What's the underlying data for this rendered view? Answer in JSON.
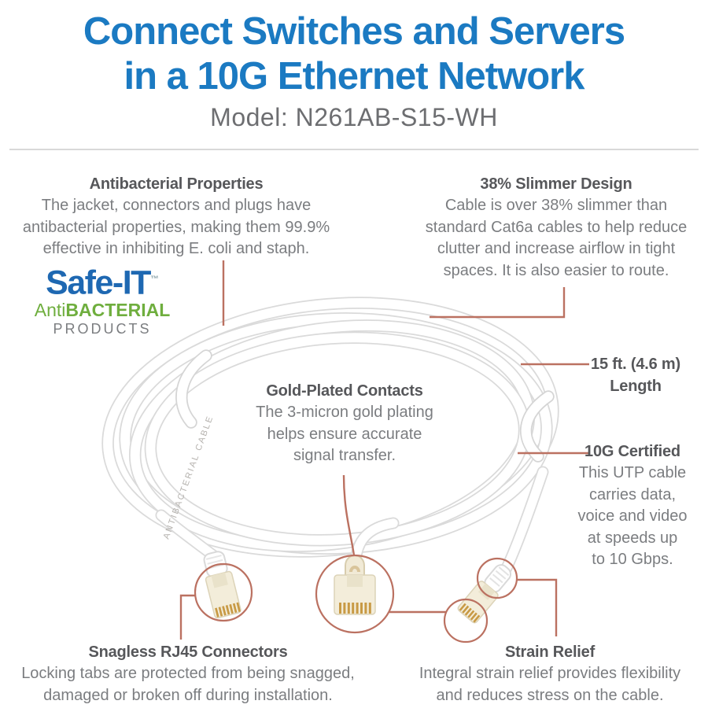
{
  "header": {
    "title_line1": "Connect Switches and Servers",
    "title_line2": "in a 10G Ethernet Network",
    "model": "Model: N261AB-S15-WH"
  },
  "logo": {
    "brand": "Safe-IT",
    "tm": "™",
    "sub_light": "Anti",
    "sub_bold": "BACTERIAL",
    "tagline": "PRODUCTS"
  },
  "callouts": {
    "antibacterial": {
      "title": "Antibacterial Properties",
      "body": [
        "The jacket, connectors and plugs have",
        "antibacterial properties, making them 99.9%",
        "effective in inhibiting E. coli and staph."
      ]
    },
    "slimmer": {
      "title": "38% Slimmer Design",
      "body": [
        "Cable is over 38% slimmer than",
        "standard Cat6a cables to help reduce",
        "clutter and increase airflow in tight",
        "spaces. It is also easier to route."
      ]
    },
    "gold_contacts": {
      "title": "Gold-Plated Contacts",
      "body": [
        "The 3-micron gold plating",
        "helps ensure accurate",
        "signal transfer."
      ]
    },
    "length": {
      "title": [
        "15 ft. (4.6 m)",
        "Length"
      ]
    },
    "certified": {
      "title": "10G Certified",
      "body": [
        "This UTP cable",
        "carries data,",
        "voice and video",
        "at speeds up",
        "to 10 Gbps."
      ]
    },
    "snagless": {
      "title": "Snagless RJ45 Connectors",
      "body": [
        "Locking tabs are protected from being snagged,",
        "damaged or broken off during installation."
      ]
    },
    "strain_relief": {
      "title": "Strain Relief",
      "body": [
        "Integral strain relief provides flexibility",
        "and reduces stress on the cable."
      ]
    }
  },
  "cable_print": "ANTIBACTERIAL CABLE",
  "colors": {
    "title_blue": "#1b7ac2",
    "logo_blue": "#1e68b2",
    "logo_green": "#6fae3e",
    "heading_gray": "#56575a",
    "body_gray": "#7b7d80",
    "leader_line": "#bb7161",
    "cable_outline": "#dadada",
    "connector_body": "#f3edda",
    "connector_pins": "#c89a45"
  }
}
